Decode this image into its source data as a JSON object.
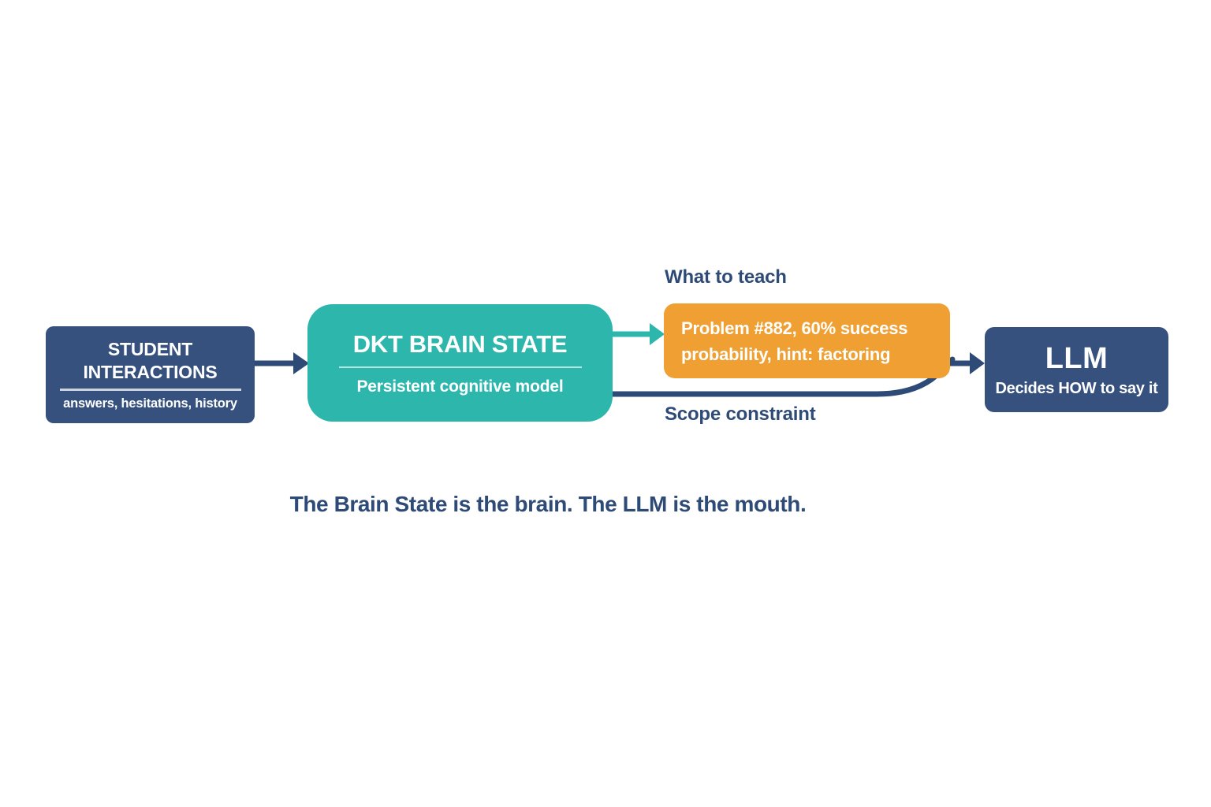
{
  "colors": {
    "navy": "#36517e",
    "teal": "#2db7ac",
    "orange": "#f0a033",
    "label_navy": "#2e4a77",
    "background": "#ffffff"
  },
  "nodes": {
    "student_interactions": {
      "title": "STUDENT INTERACTIONS",
      "subtitle": "answers, hesitations, history"
    },
    "dkt_brain_state": {
      "title": "DKT BRAIN STATE",
      "subtitle": "Persistent cognitive model"
    },
    "teach_output": {
      "text": "Problem #882, 60% success probability, hint: factoring"
    },
    "llm": {
      "title": "LLM",
      "subtitle": "Decides HOW to say it"
    }
  },
  "edge_labels": {
    "what_to_teach": "What to teach",
    "scope_constraint": "Scope constraint"
  },
  "caption": "The Brain State is the brain. The LLM is the mouth."
}
